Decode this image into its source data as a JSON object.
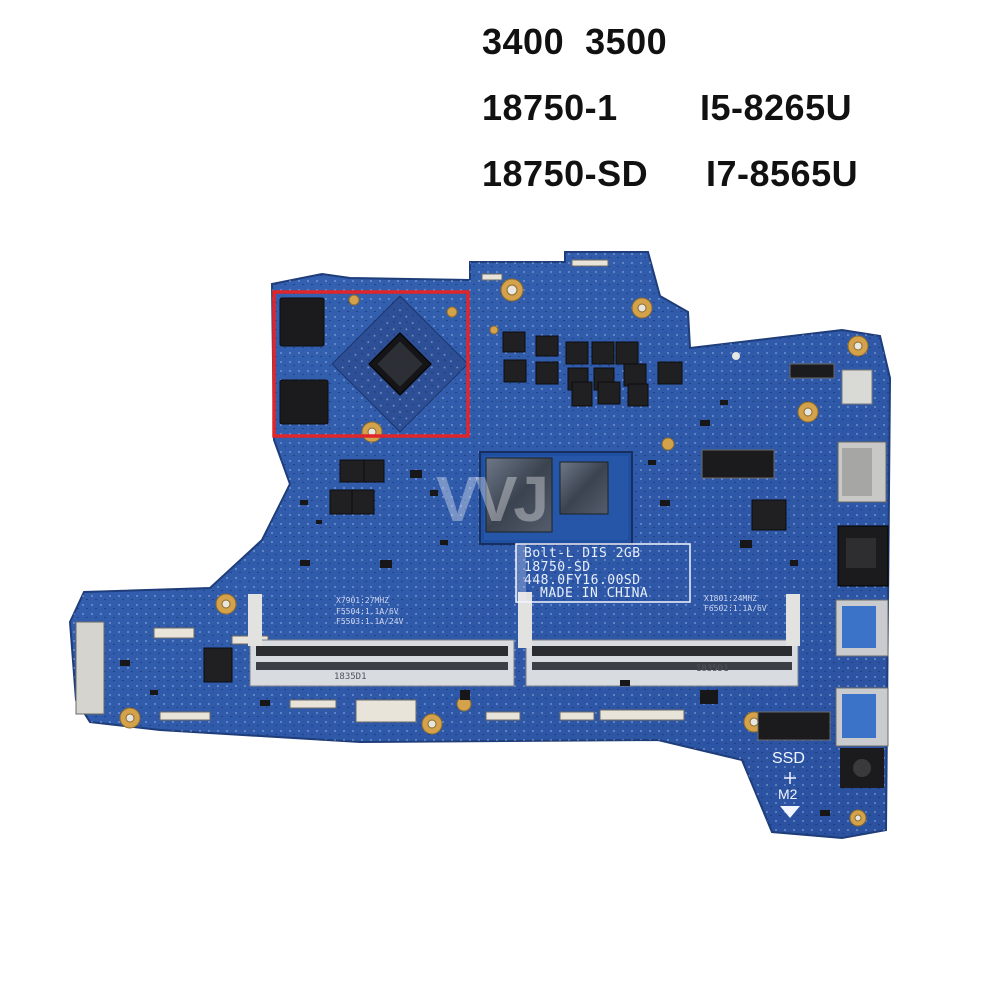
{
  "header": {
    "models": "3400  3500",
    "row2_board": "18750-1",
    "row2_cpu": "I5-8265U",
    "row3_board": "18750-SD",
    "row3_cpu": "I7-8565U"
  },
  "board_label": {
    "line1": "Bolt-L DIS 2GB",
    "line2": "18750-SD",
    "line3": "448.0FY16.00SD",
    "line4": "MADE IN CHINA"
  },
  "silkscreen": {
    "xtal_left": "X7901:27MHZ",
    "fuse_left_1": "F5504:1.1A/6V",
    "fuse_left_2": "F5503:1.1A/24V",
    "xtal_right": "X1801:24MHZ",
    "fuse_right": "F6502:1.1A/6V",
    "slot_left": "1835D1",
    "slot_right": "1835D1",
    "ssd_label": "SSD",
    "m2_label": "M2",
    "watermark": "VVJ"
  },
  "colors": {
    "pcb": "#2f5aa8",
    "pcb_dark": "#23468a",
    "highlight_box": "#e0262b",
    "gold": "#d4a24a",
    "chip": "#1b1b1e"
  }
}
